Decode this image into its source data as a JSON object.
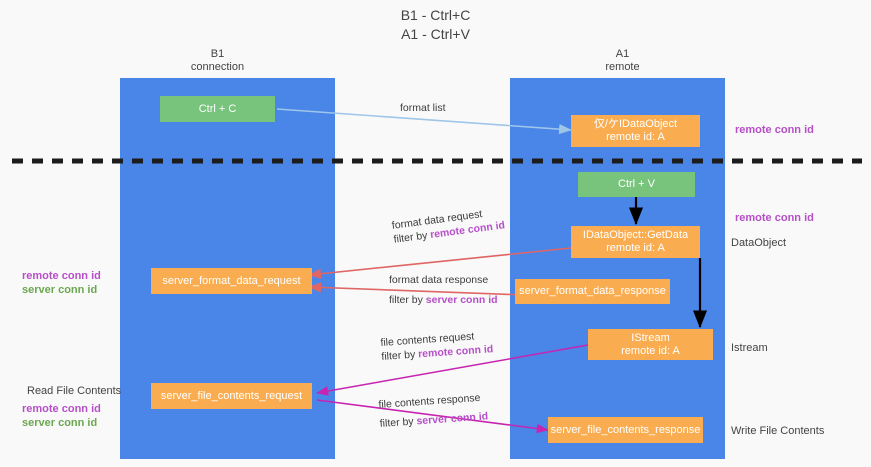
{
  "diagram": {
    "title_line1": "B1 - Ctrl+C",
    "title_line2": "A1 - Ctrl+V",
    "type": "sequence-flow",
    "colors": {
      "lane": "#4a86e8",
      "green_node": "#78c47d",
      "orange_node": "#f9ad50",
      "remote_conn_id": "#b64fc8",
      "server_conn_id": "#6aa84f",
      "blue_arrow": "#9fc5e8",
      "red_arrow": "#e06666",
      "magenta_arrow": "#c724b1",
      "black_arrow": "#000000",
      "divider": "#1c1c1c",
      "background": "#f9f9f9"
    },
    "columns": [
      {
        "id": "b1",
        "name_line1": "B1",
        "name_line2": "connection"
      },
      {
        "id": "a1",
        "name_line1": "A1",
        "name_line2": "remote"
      }
    ],
    "nodes": [
      {
        "id": "ctrl-c",
        "column": "b1",
        "color": "green",
        "line1": "Ctrl + C",
        "line2": ""
      },
      {
        "id": "idataobject",
        "column": "a1",
        "color": "orange",
        "line1": "仅/ケIDataObject",
        "line2": "remote id: A"
      },
      {
        "id": "ctrl-v",
        "column": "a1",
        "color": "green",
        "line1": "Ctrl + V",
        "line2": ""
      },
      {
        "id": "getdata",
        "column": "a1",
        "color": "orange",
        "line1": "IDataObject::GetData",
        "line2": "remote id: A"
      },
      {
        "id": "server-format-data-request",
        "column": "b1",
        "color": "orange",
        "line1": "server_format_data_request",
        "line2": ""
      },
      {
        "id": "server-format-data-response",
        "column": "a1",
        "color": "orange",
        "line1": "server_format_data_response",
        "line2": ""
      },
      {
        "id": "istream",
        "column": "a1",
        "color": "orange",
        "line1": "IStream",
        "line2": "remote id: A"
      },
      {
        "id": "server-file-contents-request",
        "column": "b1",
        "color": "orange",
        "line1": "server_file_contents_request",
        "line2": ""
      },
      {
        "id": "server-file-contents-response",
        "column": "a1",
        "color": "orange",
        "line1": "server_file_contents_response",
        "line2": ""
      }
    ],
    "edge_labels": [
      {
        "id": "format-list",
        "line1": "format list",
        "line2_prefix": "",
        "line2_strong": "",
        "line2_strong_color": ""
      },
      {
        "id": "format-data-request",
        "line1": "format data request",
        "line2_prefix": "filter by ",
        "line2_strong": "remote conn id",
        "line2_strong_color": "purple"
      },
      {
        "id": "format-data-response",
        "line1": "format data response",
        "line2_prefix": "filter by ",
        "line2_strong": "server conn id",
        "line2_strong_color": "purple"
      },
      {
        "id": "file-contents-request",
        "line1": "file contents request",
        "line2_prefix": "filter by ",
        "line2_strong": "remote conn id",
        "line2_strong_color": "purple"
      },
      {
        "id": "file-contents-response",
        "line1": "file contents response",
        "line2_prefix": "filter by ",
        "line2_strong": "server conn id",
        "line2_strong_color": "purple"
      }
    ],
    "right_labels": [
      {
        "id": "remote-conn-id-top",
        "text": "remote conn id",
        "style": "purple"
      },
      {
        "id": "remote-conn-id-middle",
        "text": "remote conn id",
        "style": "purple"
      },
      {
        "id": "dataobject",
        "text": "DataObject",
        "style": "plain"
      },
      {
        "id": "istream",
        "text": "Istream",
        "style": "plain"
      },
      {
        "id": "write-file-contents",
        "text": "Write File Contents",
        "style": "plain"
      }
    ],
    "left_labels": [
      {
        "id": "remote-conn-id-mid",
        "text": "remote conn id",
        "style": "purple"
      },
      {
        "id": "server-conn-id-mid",
        "text": "server conn id",
        "style": "green"
      },
      {
        "id": "read-file-contents",
        "text": "Read File Contents",
        "style": "plain"
      },
      {
        "id": "remote-conn-id-bottom",
        "text": "remote conn id",
        "style": "purple"
      },
      {
        "id": "server-conn-id-bottom",
        "text": "server conn id",
        "style": "green"
      }
    ]
  }
}
